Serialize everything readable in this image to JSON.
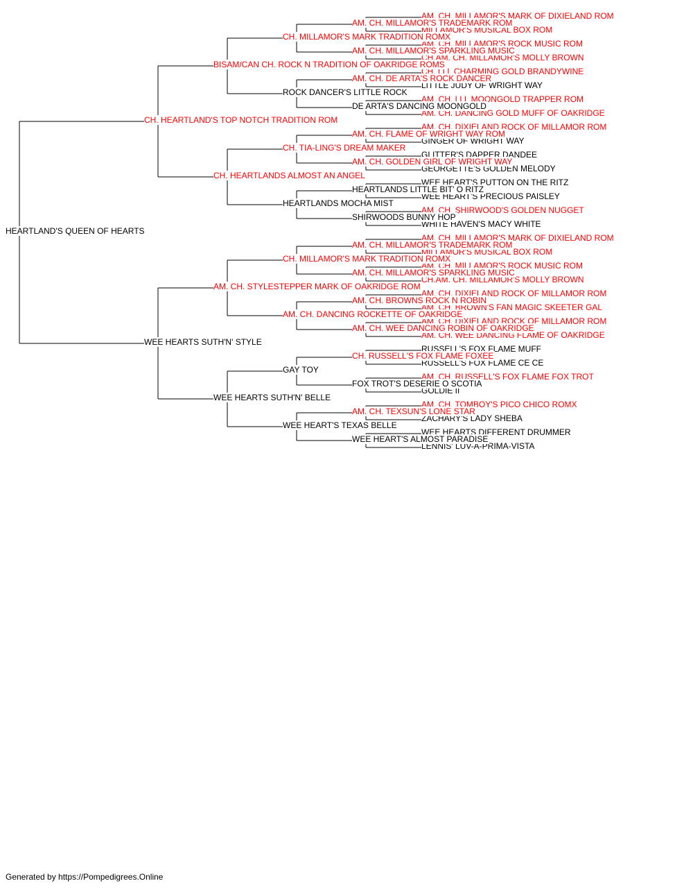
{
  "colors": {
    "champion": "#ff0000",
    "regular": "#000000",
    "line": "#000000"
  },
  "pedigree": {
    "name": "HEARTLAND'S QUEEN OF HEARTS",
    "ch": false,
    "sire": {
      "name": "CH. HEARTLAND'S TOP NOTCH TRADITION ROM",
      "ch": true,
      "sire": {
        "name": "BISAM/CAN CH. ROCK N TRADITION OF OAKRIDGE ROMS",
        "ch": true,
        "sire": {
          "name": "CH. MILLAMOR'S MARK TRADITION ROMX",
          "ch": true,
          "sire": {
            "name": "AM. CH. MILLAMOR'S TRADEMARK ROM",
            "ch": true,
            "sire": {
              "name": "AM. CH. MILLAMOR'S MARK OF DIXIELAND ROM",
              "ch": true
            },
            "dam": {
              "name": "MILLAMOR'S MUSICAL BOX ROM",
              "ch": true
            }
          },
          "dam": {
            "name": "AM. CH. MILLAMOR'S SPARKLING MUSIC",
            "ch": true,
            "sire": {
              "name": "AM. CH. MILLAMOR'S ROCK MUSIC ROM",
              "ch": true
            },
            "dam": {
              "name": "CH.AM. CH. MILLAMOR'S MOLLY BROWN",
              "ch": true
            }
          }
        },
        "dam": {
          "name": "ROCK DANCER'S LITTLE ROCK",
          "ch": false,
          "sire": {
            "name": "AM. CH. DE ARTA'S ROCK DANCER",
            "ch": true,
            "sire": {
              "name": "CH. LLL CHARMING GOLD BRANDYWINE",
              "ch": true
            },
            "dam": {
              "name": "LITTLE JUDY OF WRIGHT WAY",
              "ch": false
            }
          },
          "dam": {
            "name": "DE ARTA'S DANCING MOONGOLD",
            "ch": false,
            "sire": {
              "name": "AM. CH. LLL MOONGOLD TRAPPER ROM",
              "ch": true
            },
            "dam": {
              "name": "AM. CH. DANCING GOLD MUFF OF OAKRIDGE",
              "ch": true
            }
          }
        }
      },
      "dam": {
        "name": "CH. HEARTLANDS ALMOST AN ANGEL",
        "ch": true,
        "sire": {
          "name": "CH. TIA-LING'S DREAM MAKER",
          "ch": true,
          "sire": {
            "name": "AM. CH. FLAME OF WRIGHT WAY ROM",
            "ch": true,
            "sire": {
              "name": "AM. CH. DIXIELAND ROCK OF MILLAMOR ROM",
              "ch": true
            },
            "dam": {
              "name": "GINGER OF WRIGHT WAY",
              "ch": false
            }
          },
          "dam": {
            "name": "AM. CH. GOLDEN GIRL OF WRIGHT WAY",
            "ch": true,
            "sire": {
              "name": "GLITTER'S DAPPER DANDEE",
              "ch": false
            },
            "dam": {
              "name": "GEORGETTE'S GOLDEN MELODY",
              "ch": false
            }
          }
        },
        "dam": {
          "name": "HEARTLANDS MOCHA MIST",
          "ch": false,
          "sire": {
            "name": "HEARTLANDS LITTLE BIT' O RITZ",
            "ch": false,
            "sire": {
              "name": "WEE HEART'S PUTTON ON THE RITZ",
              "ch": false
            },
            "dam": {
              "name": "WEE HEART'S PRECIOUS PAISLEY",
              "ch": false
            }
          },
          "dam": {
            "name": "SHIRWOODS BUNNY HOP",
            "ch": false,
            "sire": {
              "name": "AM. CH. SHIRWOOD'S GOLDEN NUGGET",
              "ch": true
            },
            "dam": {
              "name": "WHITE HAVEN'S MACY WHITE",
              "ch": false
            }
          }
        }
      }
    },
    "dam": {
      "name": "WEE HEARTS SUTH'N' STYLE",
      "ch": false,
      "sire": {
        "name": "AM. CH. STYLESTEPPER MARK OF OAKRIDGE ROM",
        "ch": true,
        "sire": {
          "name": "CH. MILLAMOR'S MARK TRADITION ROMX",
          "ch": true,
          "sire": {
            "name": "AM. CH. MILLAMOR'S TRADEMARK ROM",
            "ch": true,
            "sire": {
              "name": "AM. CH. MILLAMOR'S MARK OF DIXIELAND ROM",
              "ch": true
            },
            "dam": {
              "name": "MILLAMOR'S MUSICAL BOX ROM",
              "ch": true
            }
          },
          "dam": {
            "name": "AM. CH. MILLAMOR'S SPARKLING MUSIC",
            "ch": true,
            "sire": {
              "name": "AM. CH. MILLAMOR'S ROCK MUSIC ROM",
              "ch": true
            },
            "dam": {
              "name": "CH.AM. CH. MILLAMOR'S MOLLY BROWN",
              "ch": true
            }
          }
        },
        "dam": {
          "name": "AM. CH. DANCING ROCKETTE OF OAKRIDGE",
          "ch": true,
          "sire": {
            "name": "AM. CH. BROWNS ROCK N ROBIN",
            "ch": true,
            "sire": {
              "name": "AM. CH. DIXIELAND ROCK OF MILLAMOR ROM",
              "ch": true
            },
            "dam": {
              "name": "AM. CH. BROWN'S FAN MAGIC SKEETER GAL",
              "ch": true
            }
          },
          "dam": {
            "name": "AM. CH. WEE DANCING ROBIN OF OAKRIDGE",
            "ch": true,
            "sire": {
              "name": "AM. CH. DIXIELAND ROCK OF MILLAMOR ROM",
              "ch": true
            },
            "dam": {
              "name": "AM. CH. WEE DANCING FLAME OF OAKRIDGE",
              "ch": true
            }
          }
        }
      },
      "dam": {
        "name": "WEE HEARTS SUTH'N' BELLE",
        "ch": false,
        "sire": {
          "name": "GAY TOY",
          "ch": false,
          "sire": {
            "name": "CH. RUSSELL'S FOX FLAME FOXEE",
            "ch": true,
            "sire": {
              "name": "RUSSELL'S FOX FLAME MUFF",
              "ch": false
            },
            "dam": {
              "name": "RUSSELL'S FOX FLAME CE CE",
              "ch": false
            }
          },
          "dam": {
            "name": "FOX TROT'S DESERIE O SCOTIA",
            "ch": false,
            "sire": {
              "name": "AM. CH. RUSSELL'S FOX FLAME FOX TROT",
              "ch": true
            },
            "dam": {
              "name": "GOLDIE II",
              "ch": false
            }
          }
        },
        "dam": {
          "name": "WEE HEART'S TEXAS BELLE",
          "ch": false,
          "sire": {
            "name": "AM. CH. TEXSUN'S LONE STAR",
            "ch": true,
            "sire": {
              "name": "AM. CH. TOMBOY'S PICO CHICO ROMX",
              "ch": true
            },
            "dam": {
              "name": "ZACHARY'S LADY SHEBA",
              "ch": false
            }
          },
          "dam": {
            "name": "WEE HEART'S ALMOST PARADISE",
            "ch": false,
            "sire": {
              "name": "WEE HEARTS DIFFERENT DRUMMER",
              "ch": false
            },
            "dam": {
              "name": "LENNIS' LUV-A-PRIMA-VISTA",
              "ch": false
            }
          }
        }
      }
    }
  },
  "footer": {
    "text": "Generated by https://Pompedigrees.Online"
  }
}
